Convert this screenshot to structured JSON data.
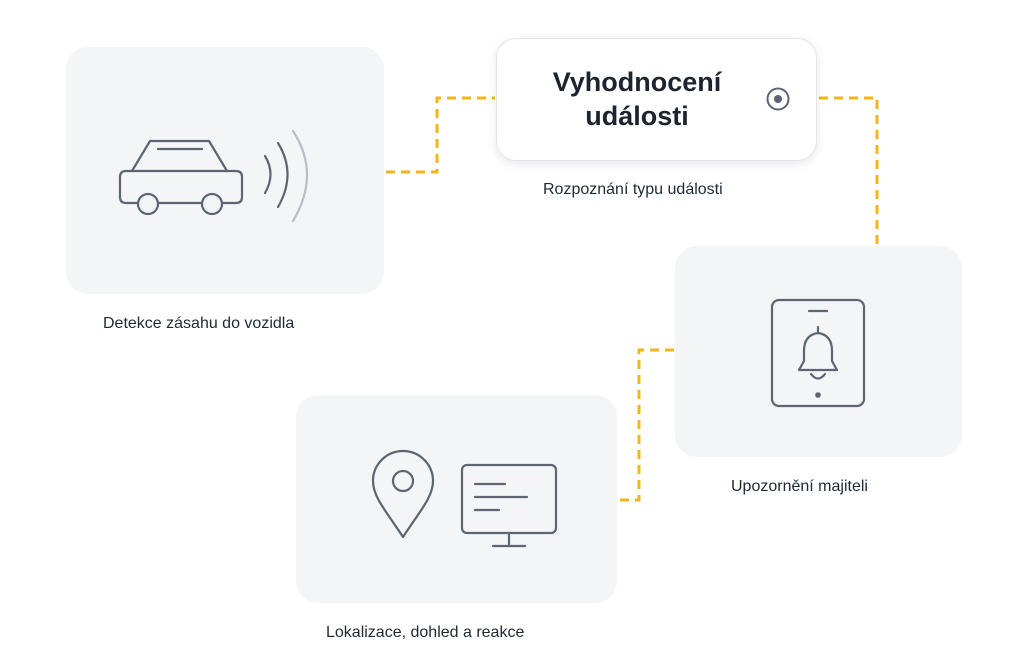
{
  "diagram": {
    "accent_color": "#f4b41a",
    "icon_color": "#5b6573",
    "steps": [
      {
        "id": "detect",
        "caption": "Detekce zásahu do vozidla",
        "icon": "car-signal-icon"
      },
      {
        "id": "evaluate",
        "title": "Vyhodnocení\nudálosti",
        "caption": "Rozpoznání typu události",
        "icon": "radio-dot-icon"
      },
      {
        "id": "notify",
        "caption": "Upozornění majiteli",
        "icon": "tablet-bell-icon"
      },
      {
        "id": "locate",
        "caption": "Lokalizace, dohled a reakce",
        "icons": [
          "map-pin-icon",
          "monitor-icon"
        ]
      }
    ]
  }
}
